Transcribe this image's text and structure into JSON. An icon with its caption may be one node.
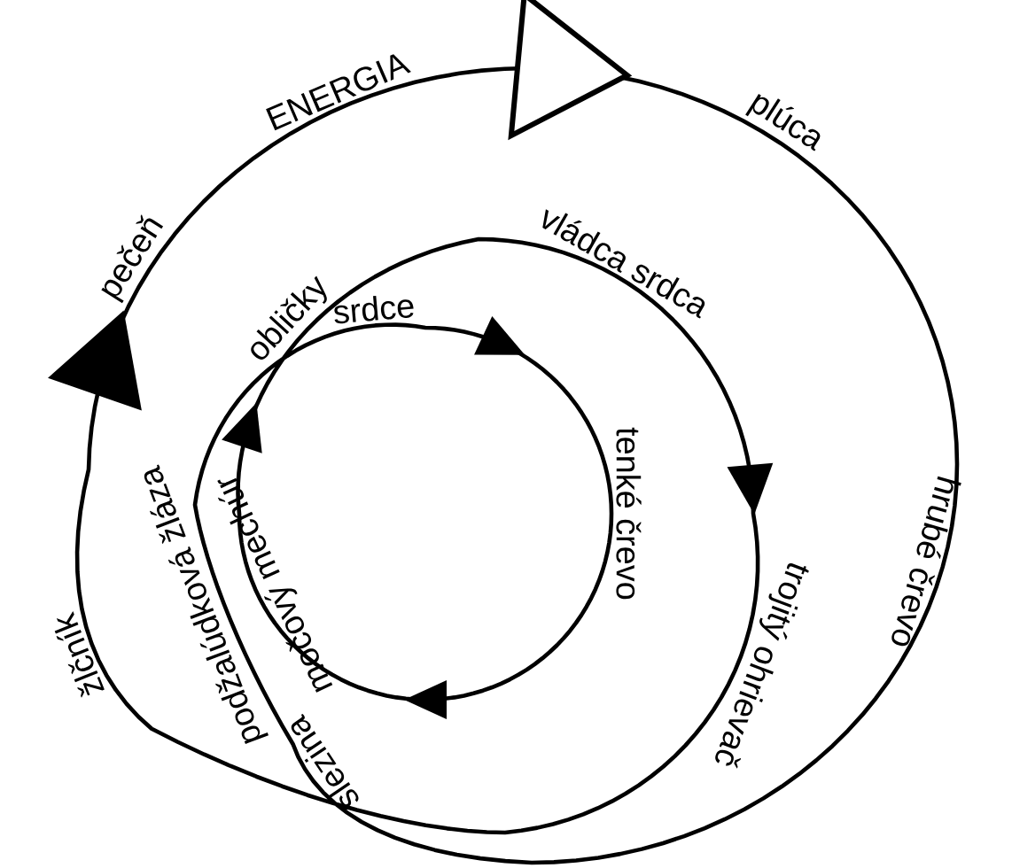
{
  "diagram": {
    "labels": [
      "ENERGIA",
      "plúca",
      "hrubé črevo",
      "podžalúdková žláza",
      "slezina",
      "srdce",
      "tenké črevo",
      "močový mechúr",
      "obličky",
      "vládca srdca",
      "trojitý ohrievač",
      "žlčník",
      "pečeň"
    ]
  }
}
